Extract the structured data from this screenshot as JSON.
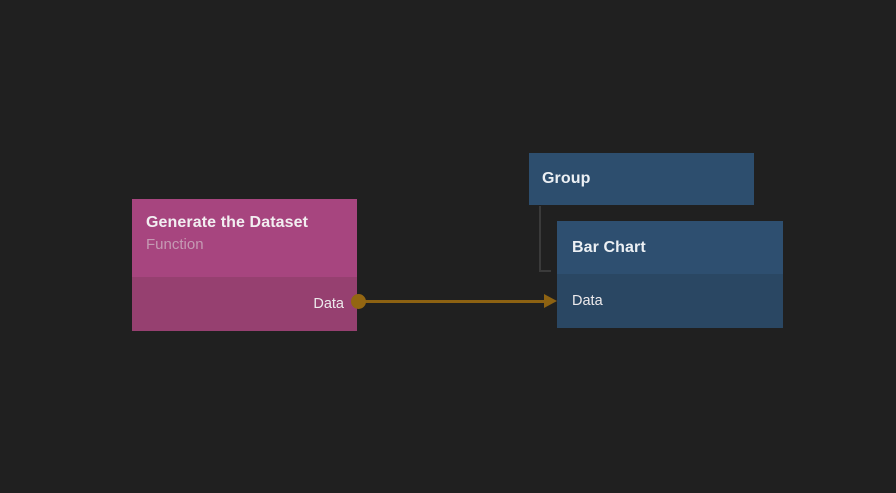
{
  "canvas": {
    "background_color": "#202020"
  },
  "nodes": {
    "generate_dataset": {
      "title": "Generate the Dataset",
      "subtitle": "Function",
      "output_port": {
        "label": "Data"
      },
      "colors": {
        "header": "#a7457f",
        "body": "#964070",
        "subtitle_text": "#c59ab3"
      }
    },
    "group": {
      "title": "Group",
      "colors": {
        "header": "#2d4e6e"
      }
    },
    "bar_chart": {
      "title": "Bar Chart",
      "input_port": {
        "label": "Data"
      },
      "colors": {
        "header": "#2e4f70",
        "body": "#2a4763"
      }
    }
  },
  "connection": {
    "from_node": "Generate the Dataset",
    "from_port": "Data",
    "to_node": "Bar Chart",
    "to_port": "Data",
    "color": "#8d6212"
  },
  "hierarchy": {
    "parent": "Group",
    "child": "Bar Chart",
    "bracket_color": "#3a3a3a"
  }
}
